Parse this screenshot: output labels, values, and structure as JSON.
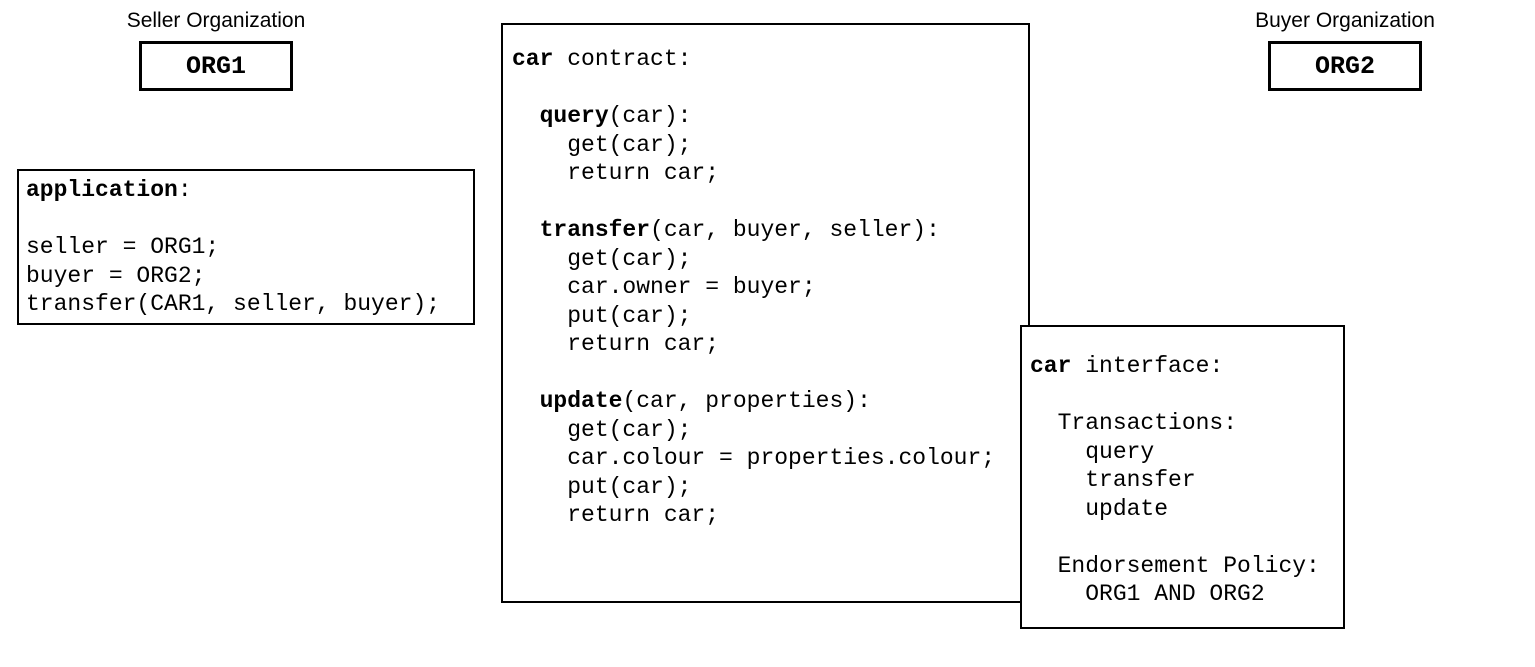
{
  "colors": {
    "background": "#ffffff",
    "border": "#000000",
    "text": "#000000"
  },
  "seller_org": {
    "label": "Seller Organization",
    "org_name": "ORG1"
  },
  "buyer_org": {
    "label": "Buyer Organization",
    "org_name": "ORG2"
  },
  "application_box": {
    "lines": [
      [
        {
          "t": "application",
          "b": true
        },
        {
          "t": ":",
          "b": false
        }
      ],
      [],
      [
        {
          "t": "seller = ORG1;",
          "b": false
        }
      ],
      [
        {
          "t": "buyer = ORG2;",
          "b": false
        }
      ],
      [
        {
          "t": "transfer(CAR1, seller, buyer);",
          "b": false
        }
      ]
    ]
  },
  "contract_box": {
    "lines": [
      [
        {
          "t": "car",
          "b": true
        },
        {
          "t": " contract:",
          "b": false
        }
      ],
      [],
      [
        {
          "t": "  ",
          "b": false
        },
        {
          "t": "query",
          "b": true
        },
        {
          "t": "(car):",
          "b": false
        }
      ],
      [
        {
          "t": "    get(car);",
          "b": false
        }
      ],
      [
        {
          "t": "    return car;",
          "b": false
        }
      ],
      [],
      [
        {
          "t": "  ",
          "b": false
        },
        {
          "t": "transfer",
          "b": true
        },
        {
          "t": "(car, buyer, seller):",
          "b": false
        }
      ],
      [
        {
          "t": "    get(car);",
          "b": false
        }
      ],
      [
        {
          "t": "    car.owner = buyer;",
          "b": false
        }
      ],
      [
        {
          "t": "    put(car);",
          "b": false
        }
      ],
      [
        {
          "t": "    return car;",
          "b": false
        }
      ],
      [],
      [
        {
          "t": "  ",
          "b": false
        },
        {
          "t": "update",
          "b": true
        },
        {
          "t": "(car, properties):",
          "b": false
        }
      ],
      [
        {
          "t": "    get(car);",
          "b": false
        }
      ],
      [
        {
          "t": "    car.colour = properties.colour;",
          "b": false
        }
      ],
      [
        {
          "t": "    put(car);",
          "b": false
        }
      ],
      [
        {
          "t": "    return car;",
          "b": false
        }
      ]
    ]
  },
  "interface_box": {
    "lines": [
      [
        {
          "t": "car",
          "b": true
        },
        {
          "t": " interface:",
          "b": false
        }
      ],
      [],
      [
        {
          "t": "  Transactions:",
          "b": false
        }
      ],
      [
        {
          "t": "    query",
          "b": false
        }
      ],
      [
        {
          "t": "    transfer",
          "b": false
        }
      ],
      [
        {
          "t": "    update",
          "b": false
        }
      ],
      [],
      [
        {
          "t": "  Endorsement Policy:",
          "b": false
        }
      ],
      [
        {
          "t": "    ORG1 AND ORG2",
          "b": false
        }
      ]
    ]
  }
}
